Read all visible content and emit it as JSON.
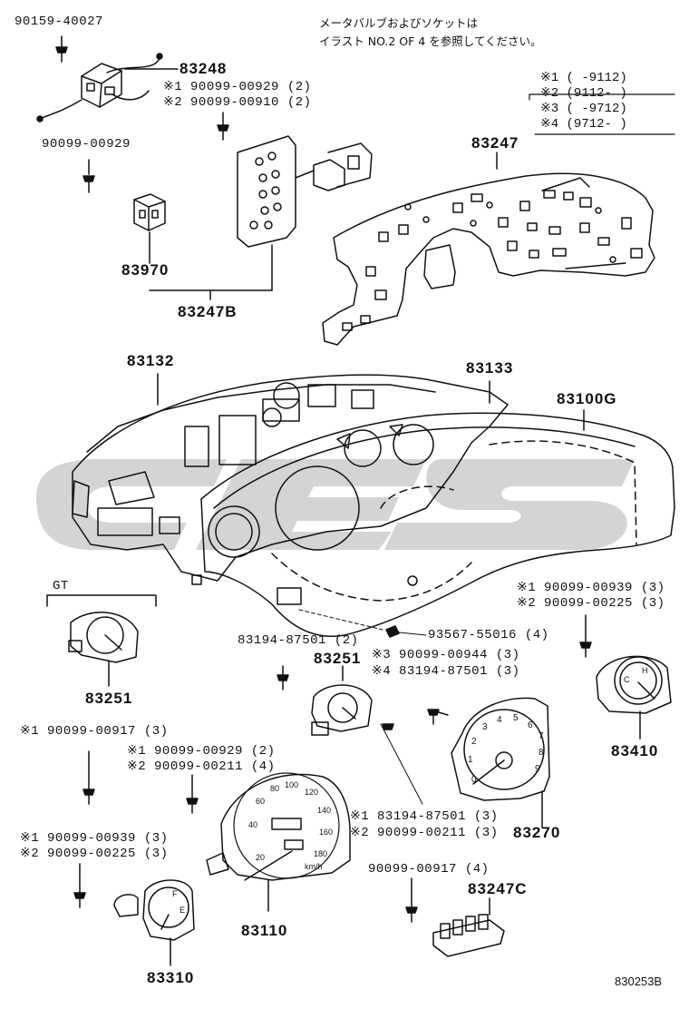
{
  "note": {
    "line1": "メータバルブおよびソケットは",
    "line2": "イラスト NO.2 OF 4 を参照してください。"
  },
  "legend": [
    {
      "label": "※1 (       -9112)"
    },
    {
      "label": "※2 (9112-       )"
    },
    {
      "label": "※3 (       -9712)"
    },
    {
      "label": "※4 (9712-       )"
    }
  ],
  "parts": {
    "p90159_40027": "90159-40027",
    "p83248": "83248",
    "p83248_n1": "※1 90099-00929 (2)",
    "p83248_n2": "※2 90099-00910 (2)",
    "p90099_00929": "90099-00929",
    "p83970": "83970",
    "p83247B": "83247B",
    "p83247": "83247",
    "p83132": "83132",
    "p83133": "83133",
    "p83100G": "83100G",
    "gt": "GT",
    "p83251_gt": "83251",
    "p83194_87501_2": "83194-87501 (2)",
    "p83251": "83251",
    "p93567": "93567-55016 (4)",
    "p93567_n3": "※3 90099-00944 (3)",
    "p93567_n4": "※4 83194-87501 (3)",
    "p83410_n1": "※1 90099-00939 (3)",
    "p83410_n2": "※2 90099-00225 (3)",
    "p83410": "83410",
    "p90099_00917_3": "※1 90099-00917 (3)",
    "p83110_n1": "※1 90099-00929 (2)",
    "p83110_n2": "※2 90099-00211 (4)",
    "p83270_n1": "※1 83194-87501 (3)",
    "p83270_n2": "※2 90099-00211 (3)",
    "p83270": "83270",
    "p83310_n1": "※1 90099-00939 (3)",
    "p83310_n2": "※2 90099-00225 (3)",
    "p83110": "83110",
    "p90099_00917_4": "90099-00917 (4)",
    "p83247C": "83247C",
    "p83310": "83310",
    "figure_code": "830253B"
  },
  "gauges": {
    "speedo_ticks": [
      "20",
      "40",
      "60",
      "80",
      "100",
      "120",
      "140",
      "160",
      "180"
    ],
    "speedo_unit": "km/h",
    "tacho_ticks": [
      "0",
      "1",
      "2",
      "3",
      "4",
      "5",
      "6",
      "7",
      "8",
      "9"
    ],
    "fuel_f": "F",
    "fuel_e": "E",
    "temp_h": "H",
    "temp_c": "C"
  },
  "colors": {
    "ink": "#111111",
    "watermark": "#d4d4d4"
  }
}
